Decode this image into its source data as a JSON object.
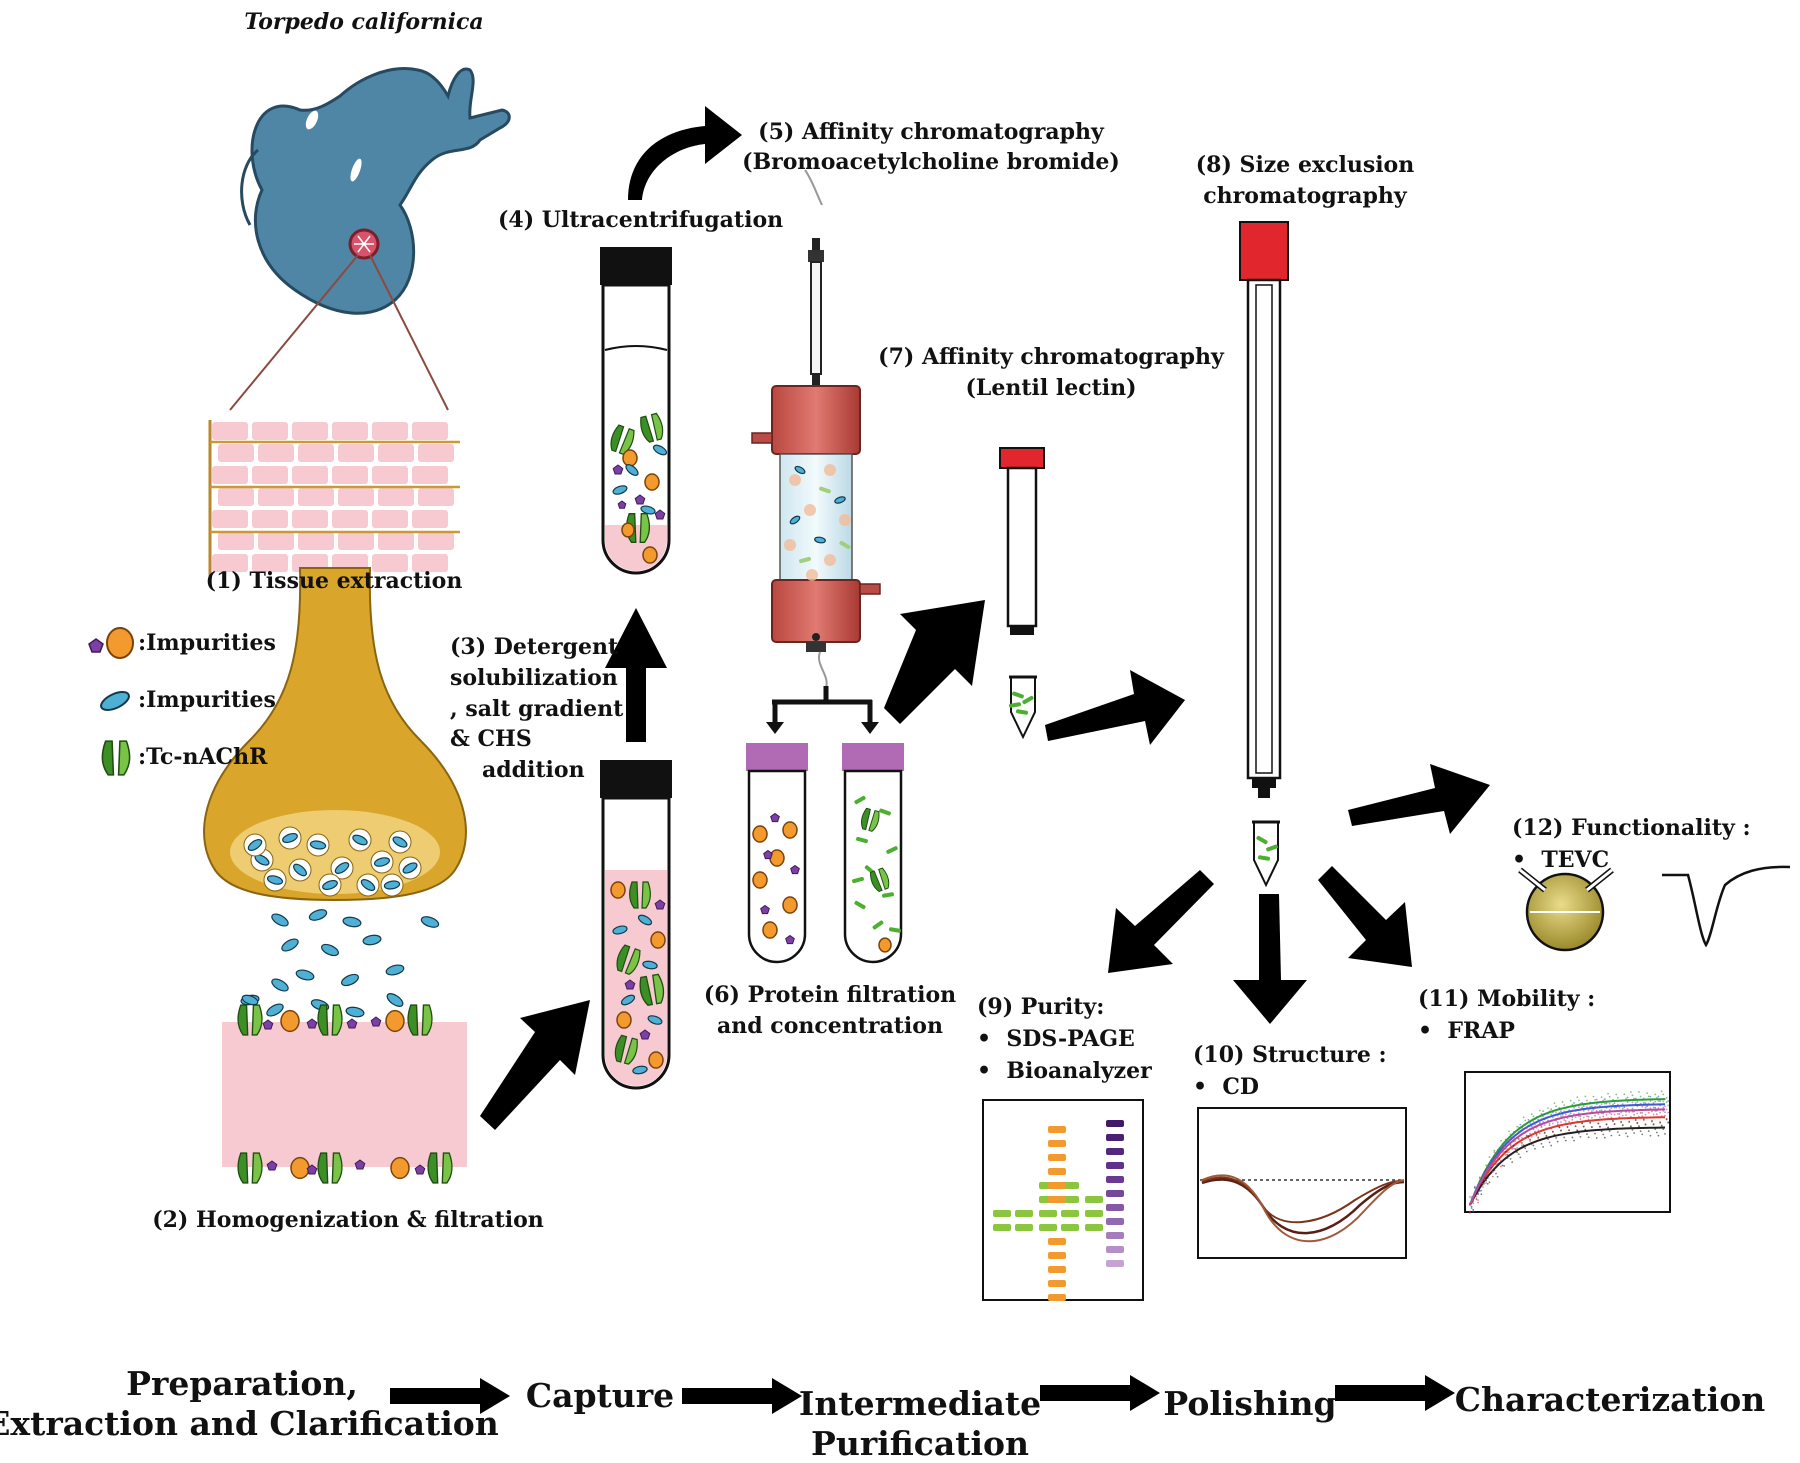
{
  "organism": "Torpedo californica",
  "steps": {
    "s1": "(1) Tissue extraction",
    "s2": "(2) Homogenization & filtration",
    "s3": [
      "(3) Detergent",
      "solubilization",
      ", salt gradient",
      "& CHS",
      "addition"
    ],
    "s4": "(4) Ultracentrifugation",
    "s5": [
      "(5) Affinity chromatography",
      "(Bromoacetylcholine bromide)"
    ],
    "s6": [
      "(6) Protein filtration",
      "and concentration"
    ],
    "s7": [
      "(7) Affinity chromatography",
      "(Lentil lectin)"
    ],
    "s8": [
      "(8) Size exclusion",
      "chromatography"
    ],
    "s9": {
      "title": "(9) Purity:",
      "items": [
        "SDS-PAGE",
        "Bioanalyzer"
      ]
    },
    "s10": {
      "title": "(10) Structure :",
      "items": [
        "CD"
      ]
    },
    "s11": {
      "title": "(11) Mobility :",
      "items": [
        "FRAP"
      ]
    },
    "s12": {
      "title": "(12) Functionality :",
      "items": [
        "TEVC"
      ]
    }
  },
  "legend": [
    {
      "label": ":Impurities",
      "icon": "pentagon-and-orange-circle-icon"
    },
    {
      "label": ":Impurities",
      "icon": "blue-ellipse-icon"
    },
    {
      "label": ":Tc-nAChR",
      "icon": "receptor-icon"
    }
  ],
  "flow": [
    [
      "Preparation,",
      "Extraction and Clarification"
    ],
    [
      "Capture"
    ],
    [
      "Intermediate",
      "Purification"
    ],
    [
      "Polishing"
    ],
    [
      "Characterization"
    ]
  ],
  "colors": {
    "fish": "#4f86a6",
    "tissue": "#f7c9d0",
    "funnel": "#d9a52a",
    "impurity_orange": "#f39a2e",
    "impurity_purple": "#7b3fa6",
    "impurity_blue": "#4fb0d6",
    "receptor_green": "#4caf2f",
    "column_red": "#e1262d",
    "affinity_column": "#d86a66",
    "tube_cap_purple": "#b06bb4",
    "arrow": "#000000"
  }
}
